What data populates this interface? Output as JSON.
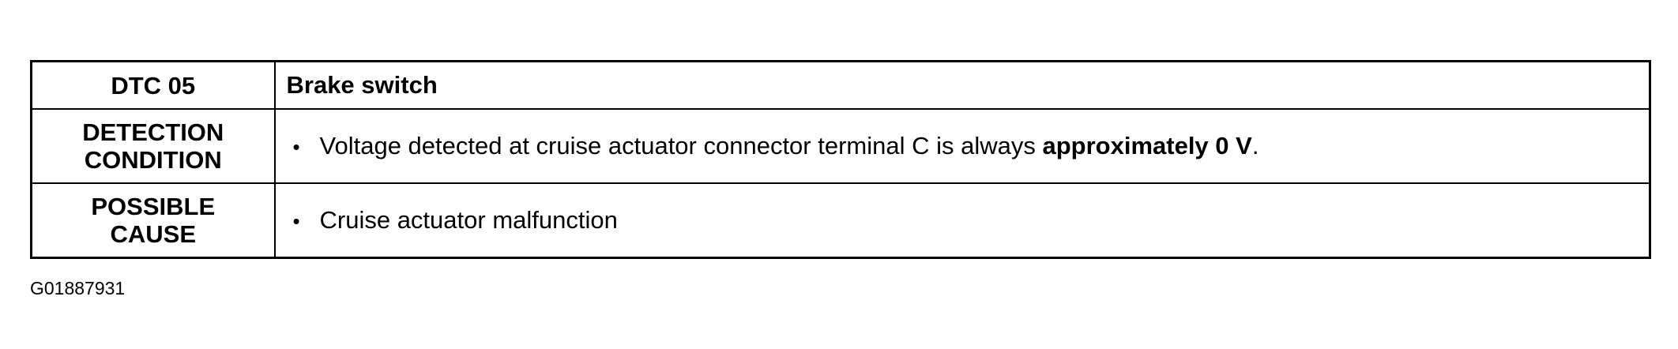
{
  "table": {
    "header": {
      "code": "DTC 05",
      "title": "Brake switch"
    },
    "detection": {
      "label_line1": "DETECTION",
      "label_line2": "CONDITION",
      "bullet": "•",
      "text_plain": "Voltage detected at cruise actuator connector terminal C is always ",
      "text_bold": "approximately 0 V",
      "text_end": "."
    },
    "cause": {
      "label_line1": "POSSIBLE",
      "label_line2": "CAUSE",
      "bullet": "•",
      "text": "Cruise actuator malfunction"
    }
  },
  "figure_id": "G01887931"
}
